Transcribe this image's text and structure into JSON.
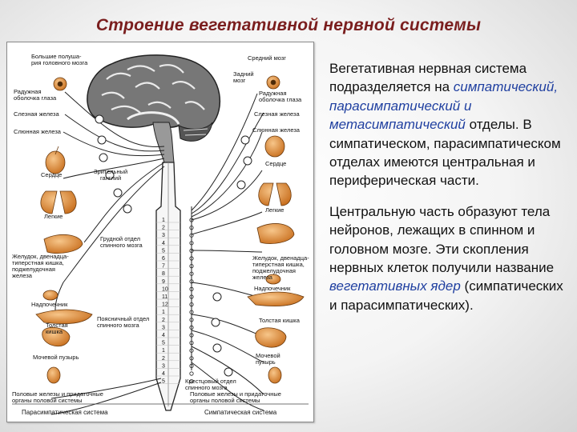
{
  "title": "Строение вегетативной нервной системы",
  "paragraph1": {
    "t1": "Вегетативная нервная система подразделяется на",
    "t2": "симпатический, парасимпатический и метасимпатический",
    "t3": "отделы. В симпатическом, парасимпатическом отделах имеются центральная и периферическая части."
  },
  "paragraph2": {
    "t1": "Центральную часть образуют тела нейронов, лежащих в спинном и головном мозге. Эти скопления нервных клеток получили название",
    "t2": "вегетативных ядер",
    "t3": "(симпатических и парасимпатических)."
  },
  "diagram": {
    "left_labels": {
      "hemispheres": "Большие полуша-\nрия головного мозга",
      "iris": "Радужная\nоболочка глаза",
      "lacrimal": "Слезная железа",
      "salivary": "Слюнная железа",
      "heart": "Сердце",
      "ciliary": "Зрительный\nганглий",
      "lungs": "Легкие",
      "stomach": "Желудок, двенадца-\nтиперстная кишка,\nподжелудочная\nжелеза",
      "adrenal": "Надпочечник",
      "colon": "Толстая\nкишка",
      "bladder": "Мочевой пузырь",
      "genitals": "Половые железы и придаточные\nорганы половой системы",
      "caption": "Парасимпатическая система"
    },
    "right_labels": {
      "midbrain": "Средний мозг",
      "hindbrain": "Задний\nмозг",
      "iris": "Радужная\nоболочка глаза",
      "lacrimal": "Слезная железа",
      "salivary": "Слюнная железа",
      "heart": "Сердце",
      "lungs": "Легкие",
      "stomach": "Желудок, двенадца-\nтиперстная кишка,\nподжелудочная\nжелеза",
      "adrenal": "Надпочечник",
      "colon": "Толстая кишка",
      "bladder": "Мочевой\nпузырь",
      "genitals": "Половые железы и придаточные\nорганы половой системы",
      "caption": "Симпатическая система"
    },
    "spine_labels": {
      "thoracic": "Грудной отдел\nспинного мозга",
      "lumbar": "Поясничный отдел\nспинного мозга",
      "sacral": "Крестцовый отдел\nспинного мозга"
    },
    "segment_numbers": [
      "1",
      "2",
      "3",
      "4",
      "5",
      "6",
      "7",
      "8",
      "9",
      "10",
      "11",
      "12",
      "1",
      "2",
      "3",
      "4",
      "5",
      "1",
      "2",
      "3",
      "4",
      "5"
    ],
    "colors": {
      "brain": "#6e6e6e",
      "organ": "#e0913a",
      "line": "#222222",
      "title": "#7a1e1e",
      "highlight": "#1f3fa0"
    }
  }
}
